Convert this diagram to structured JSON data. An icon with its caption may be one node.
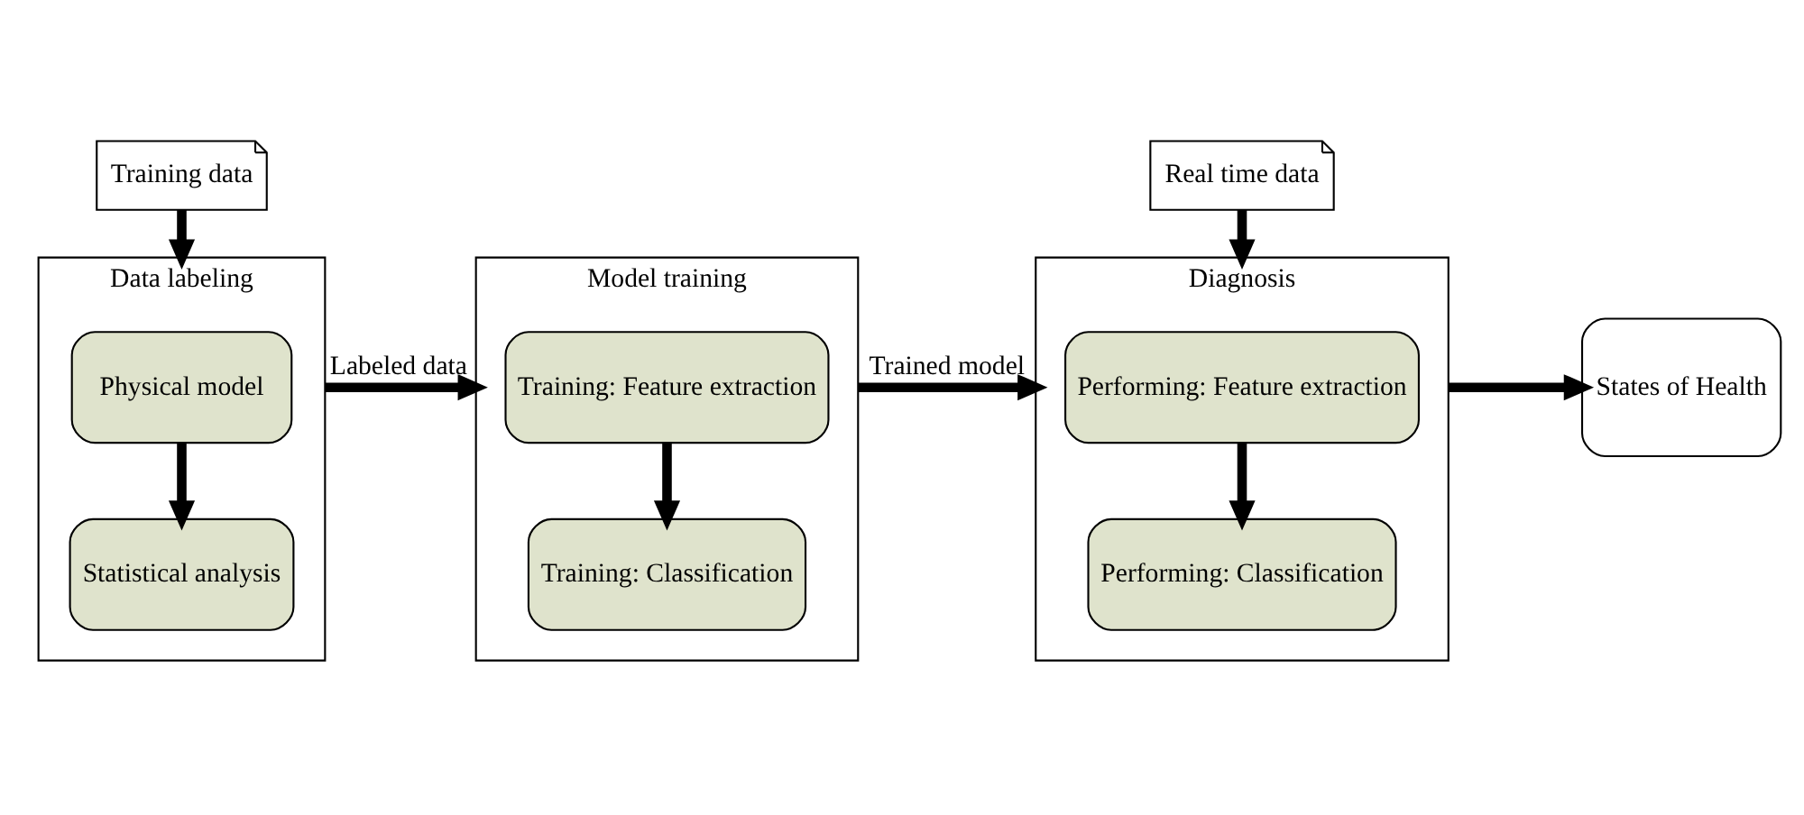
{
  "diagram": {
    "nodes": [
      {
        "text": [
          "Training data"
        ]
      },
      {
        "text": [
          "Data labeling"
        ]
      },
      {
        "text": [
          "Physical model"
        ],
        "in": 1
      },
      {
        "text": [
          "Statistical analysis"
        ],
        "in": 1
      },
      {
        "text": [
          "Model training"
        ]
      },
      {
        "text": [
          "Training: Feature extraction"
        ],
        "in": 4
      },
      {
        "text": [
          "Training: Classification"
        ],
        "in": 4
      },
      {
        "text": [
          "Real time data"
        ]
      },
      {
        "text": [
          "Diagnosis"
        ]
      },
      {
        "text": [
          "Performing: Feature extraction"
        ],
        "in": 8
      },
      {
        "text": [
          "Performing: Classification"
        ],
        "in": 8
      },
      {
        "text": [
          "States of Health"
        ]
      }
    ],
    "edges": [
      {
        "from": 0,
        "to": 1,
        "arrow": "to"
      },
      {
        "from": 2,
        "to": 3,
        "arrow": "to"
      },
      {
        "from": 1,
        "to": 4,
        "arrow": "to",
        "label": "Labeled data"
      },
      {
        "from": 5,
        "to": 6,
        "arrow": "to"
      },
      {
        "from": 4,
        "to": 8,
        "arrow": "to",
        "label": "Trained model"
      },
      {
        "from": 7,
        "to": 8,
        "arrow": "to"
      },
      {
        "from": 9,
        "to": 10,
        "arrow": "to"
      },
      {
        "from": 8,
        "to": 11,
        "arrow": "to"
      }
    ]
  }
}
